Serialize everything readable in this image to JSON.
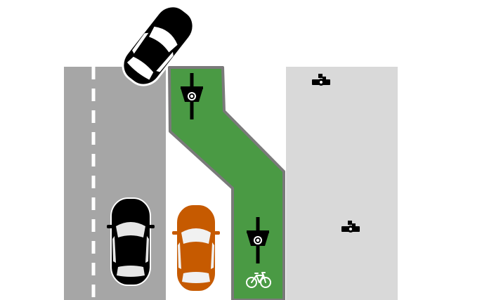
{
  "scene": {
    "title": "",
    "colors": {
      "background": "#ffffff",
      "road": "#a6a6a6",
      "lane_marking": "#ffffff",
      "bike_lane": "#4a9a44",
      "bike_lane_edge": "#7a7a7a",
      "sidewalk": "#d9d9d9",
      "car_black": "#000000",
      "car_orange": "#c65a00",
      "car_glass": "#e6e6e6",
      "cyclist": "#000000",
      "bike_symbol": "#ffffff",
      "pedestrian": "#000000"
    },
    "elements": [
      {
        "kind": "road",
        "icon": "road-surface"
      },
      {
        "kind": "lane-divider",
        "icon": "dashed-line"
      },
      {
        "kind": "bike-lane",
        "icon": "green-bike-lane"
      },
      {
        "kind": "sidewalk",
        "icon": "sidewalk"
      },
      {
        "kind": "car",
        "color": "black",
        "state": "turning",
        "icon": "car-top-view-icon"
      },
      {
        "kind": "car",
        "color": "black",
        "state": "parked",
        "icon": "car-top-view-icon"
      },
      {
        "kind": "car",
        "color": "orange",
        "state": "stopped",
        "icon": "car-top-view-icon"
      },
      {
        "kind": "cyclist",
        "icon": "cyclist-top-view-icon"
      },
      {
        "kind": "cyclist",
        "icon": "cyclist-top-view-icon"
      },
      {
        "kind": "bicycle-symbol",
        "icon": "bicycle-icon"
      },
      {
        "kind": "pedestrian",
        "icon": "pedestrian-top-view-icon"
      },
      {
        "kind": "pedestrian",
        "icon": "pedestrian-top-view-icon"
      }
    ]
  }
}
